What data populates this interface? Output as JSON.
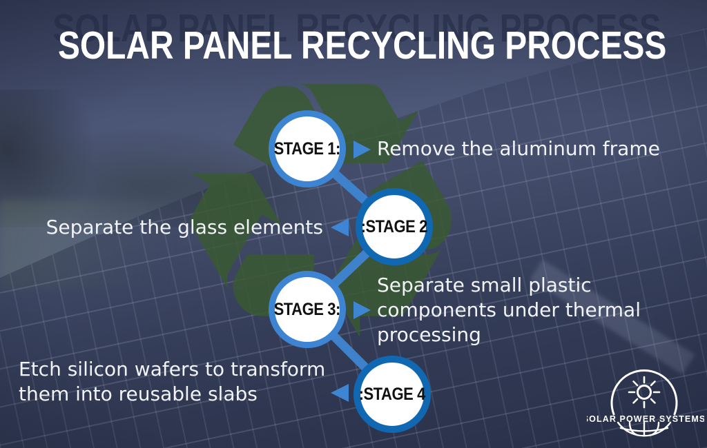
{
  "title": {
    "text": "SOLAR PANEL RECYCLING PROCESS"
  },
  "stages": [
    {
      "id": 1,
      "label": "STAGE 1:",
      "description": "Remove the aluminum frame",
      "text_side": "right"
    },
    {
      "id": 2,
      "label": ":STAGE 2",
      "description": "Separate the glass elements",
      "text_side": "left"
    },
    {
      "id": 3,
      "label": "STAGE 3:",
      "description": "Separate small plastic components under thermal processing",
      "text_side": "right"
    },
    {
      "id": 4,
      "label": ":STAGE 4",
      "description": "Etch silicon wafers to transform them into reusable slabs",
      "text_side": "left"
    }
  ],
  "logo": {
    "text": "SOLAR POWER SYSTEMS"
  },
  "icons": {
    "recycle_glyph": "♻",
    "logo_sun": "sun-icon",
    "logo_globe": "globe-icon",
    "arrow_right": "triangle-right",
    "arrow_left": "triangle-left"
  },
  "colors": {
    "title_text": "#FFFFFF",
    "title_shadow": "#232A44",
    "body_text": "#F1F3F7",
    "stage_label_text": "#111111",
    "circle_fill": "#FFFFFF",
    "circle_border_light": "#3D85D2",
    "circle_border_dark": "#1168B2",
    "connector_blue": "#3E82CC",
    "arrow_blue": "#3E86D3",
    "recycle_green": "#3A5A31",
    "background_overlay": "#46506E"
  }
}
